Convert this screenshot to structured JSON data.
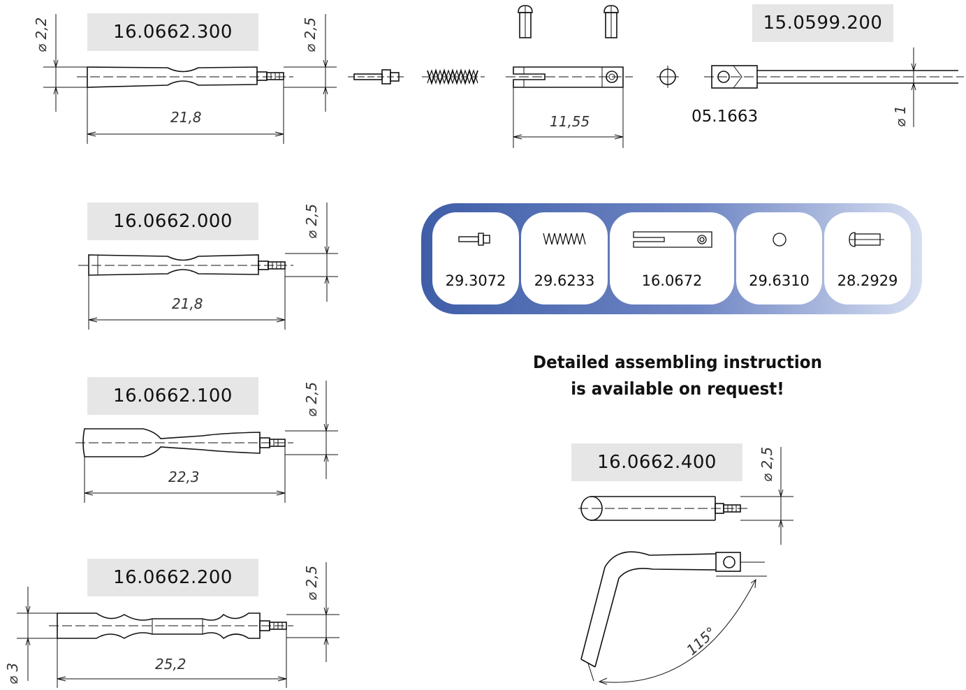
{
  "parts": [
    {
      "code": "16.0662.300",
      "length": "21,8",
      "diameter_left": "⌀ 2,2",
      "diameter_right": "⌀ 2,5"
    },
    {
      "code": "16.0662.000",
      "length": "21,8",
      "diameter_right": "⌀ 2,5"
    },
    {
      "code": "16.0662.100",
      "length": "22,3",
      "diameter_right": "⌀ 2,5"
    },
    {
      "code": "16.0662.200",
      "length": "25,2",
      "diameter_left": "⌀ 3",
      "diameter_right": "⌀ 2,5"
    },
    {
      "code": "16.0662.400",
      "diameter_right": "⌀ 2,5",
      "angle": "115°"
    }
  ],
  "exploded_view": {
    "holder_length": "11,55",
    "ball_code": "05.1663",
    "rod_code": "15.0599.200",
    "rod_diameter": "⌀ 1"
  },
  "spare_parts": [
    {
      "code": "29.3072",
      "icon": "pin-icon"
    },
    {
      "code": "29.6233",
      "icon": "spring-icon"
    },
    {
      "code": "16.0672",
      "icon": "holder-icon"
    },
    {
      "code": "29.6310",
      "icon": "ball-icon"
    },
    {
      "code": "28.2929",
      "icon": "screw-icon"
    }
  ],
  "note": {
    "line1": "Detailed assembling instruction",
    "line2": "is available on request!"
  },
  "colors": {
    "bar_dark": "#3f5ea8",
    "bar_light": "#d6def1",
    "label_bg": "#e6e6e6"
  }
}
